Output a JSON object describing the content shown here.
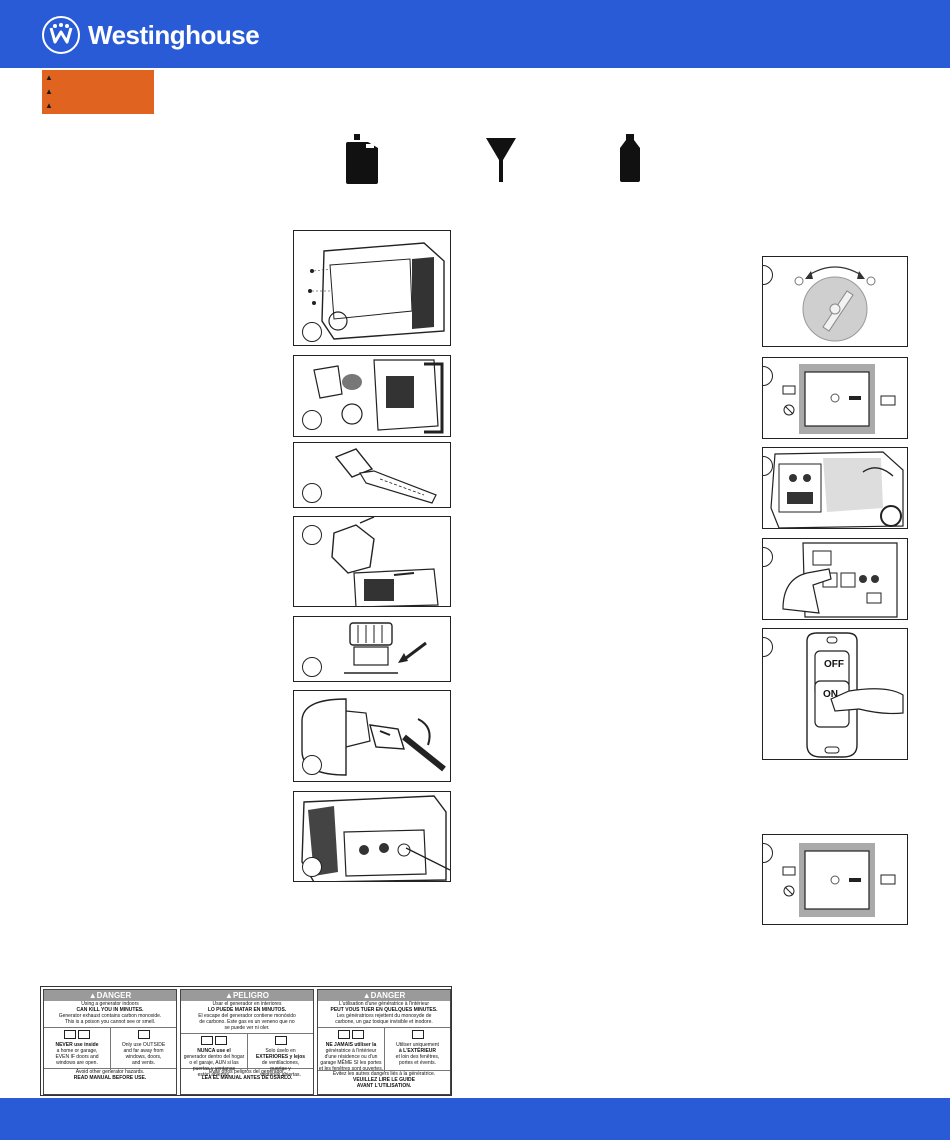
{
  "header": {
    "brand": "Westinghouse",
    "logo_icon": "westinghouse-w-logo-icon"
  },
  "warning": {
    "icons": [
      "warning-triangle-icon",
      "warning-triangle-icon",
      "warning-triangle-icon"
    ],
    "color": "#e0641f"
  },
  "tools": [
    "fuel-can-icon",
    "funnel-icon",
    "oil-bottle-icon"
  ],
  "left_steps": [
    {
      "name": "step-remove-cover-panel",
      "picture": "side-panel-screws"
    },
    {
      "name": "step-pour-oil",
      "picture": "oil-fill-port"
    },
    {
      "name": "step-dipstick",
      "picture": "oil-dipstick"
    },
    {
      "name": "step-add-fuel",
      "picture": "fuel-can-pour"
    },
    {
      "name": "step-fuel-cap",
      "picture": "fuel-cap-arrow"
    },
    {
      "name": "step-propane-connect",
      "picture": "propane-hose-connector"
    },
    {
      "name": "step-control-panel-wiring",
      "picture": "control-panel-connection"
    }
  ],
  "right_steps": [
    {
      "name": "step-fuel-selector-knob",
      "picture": "fuel-selector-dial"
    },
    {
      "name": "step-battery-switch",
      "picture": "battery-switch-on"
    },
    {
      "name": "step-start-generator",
      "picture": "pull-start"
    },
    {
      "name": "step-press-start-button",
      "picture": "start-button-press"
    },
    {
      "name": "step-remote-on",
      "picture": "remote-fob"
    },
    {
      "name": "step-battery-switch-off",
      "picture": "battery-switch-off"
    }
  ],
  "remote": {
    "off_label": "OFF",
    "on_label": "ON"
  },
  "danger": {
    "en": {
      "head": "▲DANGER",
      "line1": "Using a generator indoors",
      "line2": "CAN KILL YOU IN MINUTES.",
      "line3": "Generator exhaust contains carbon monoxide.",
      "line4": "This is a poison you cannot see or smell.",
      "cell_left_1": "NEVER use inside",
      "cell_left_2": "a home or garage,",
      "cell_left_3": "EVEN IF doors and",
      "cell_left_4": "windows are open.",
      "cell_right_1": "Only use OUTSIDE",
      "cell_right_2": "and far away from",
      "cell_right_3": "windows, doors,",
      "cell_right_4": "and vents.",
      "foot1": "Avoid other generator hazards.",
      "foot2": "READ MANUAL BEFORE USE."
    },
    "es": {
      "head": "▲PELIGRO",
      "line1": "Usar el generador en interiores",
      "line2": "LO PUEDE MATAR EN MINUTOS.",
      "line3": "El escape del generador contiene monóxido",
      "line4": "de carbono. Este gas es un veneno que no",
      "line5": "se puede ver ni oler.",
      "cell_left_1": "NUNCA use el",
      "cell_left_2": "generador dentro del hogar",
      "cell_left_3": "o el garaje, AUN si las",
      "cell_left_4": "puertas y ventanas",
      "cell_left_5": "están abiertas.",
      "cell_right_1": "Solo úselo en",
      "cell_right_2": "EXTERIORES y lejos",
      "cell_right_3": "de ventilaciones,",
      "cell_right_4": "puertas y",
      "cell_right_5": "ventanas abiertas.",
      "foot1": "Evite otros peligros del generador.",
      "foot2": "LEA EL MANUAL ANTES DE USARLO."
    },
    "fr": {
      "head": "▲DANGER",
      "line1": "L'utilisation d'une génératrice à l'intérieur",
      "line2": "PEUT VOUS TUER EN QUELQUES MINUTES.",
      "line3": "Les génératrices rejettent du monoxyde de",
      "line4": "carbone, un gaz toxique invisible et inodore.",
      "cell_left_1": "NE JAMAIS utiliser la",
      "cell_left_2": "génératrice à l'intérieur",
      "cell_left_3": "d'une résidence ou d'un",
      "cell_left_4": "garage MÊME SI les portes",
      "cell_left_5": "et les fenêtres sont ouvertes.",
      "cell_right_1": "Utiliser uniquement",
      "cell_right_2": "à L'EXTÉRIEUR",
      "cell_right_3": "et loin des fenêtres,",
      "cell_right_4": "portes et évents.",
      "foot1": "Évitez les autres dangers liés à la génératrice.",
      "foot2": "VEUILLEZ LIRE LE GUIDE",
      "foot3": "AVANT L'UTILISATION."
    }
  },
  "colors": {
    "brand_blue": "#2a5bd7",
    "warning_orange": "#e0641f",
    "label_gray": "#9a9a9a"
  }
}
